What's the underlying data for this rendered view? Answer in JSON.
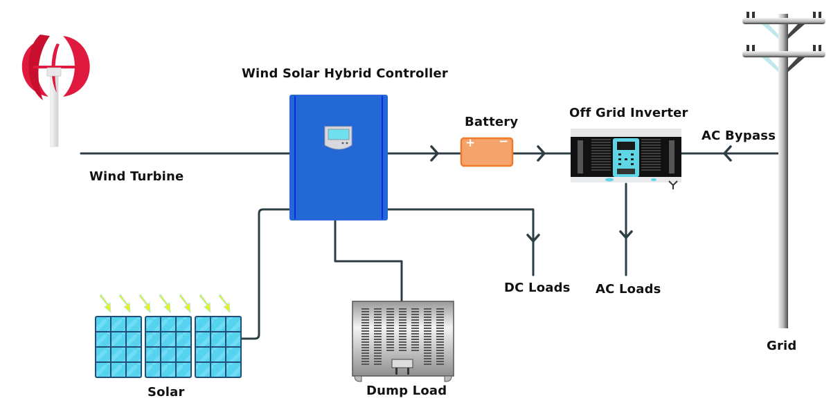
{
  "diagram": {
    "title": "Wind Solar Hybrid System Wiring",
    "components": {
      "wind_turbine": {
        "label": "Wind Turbine"
      },
      "controller": {
        "label": "Wind Solar Hybrid Controller"
      },
      "battery": {
        "label": "Battery",
        "plus": "+",
        "minus": "−"
      },
      "inverter": {
        "label": "Off Grid Inverter"
      },
      "ac_bypass": {
        "label": "AC Bypass"
      },
      "grid": {
        "label": "Grid"
      },
      "solar": {
        "label": "Solar"
      },
      "dump_load": {
        "label": "Dump Load"
      },
      "dc_loads": {
        "label": "DC Loads"
      },
      "ac_loads": {
        "label": "AC Loads"
      }
    },
    "connections": [
      {
        "from": "Wind Turbine",
        "to": "Wind Solar Hybrid Controller"
      },
      {
        "from": "Solar",
        "to": "Wind Solar Hybrid Controller"
      },
      {
        "from": "Wind Solar Hybrid Controller",
        "to": "Dump Load"
      },
      {
        "from": "Wind Solar Hybrid Controller",
        "to": "Battery"
      },
      {
        "from": "Battery",
        "to": "Off Grid Inverter"
      },
      {
        "from": "Wind Solar Hybrid Controller",
        "to": "DC Loads"
      },
      {
        "from": "Off Grid Inverter",
        "to": "AC Loads"
      },
      {
        "from": "Grid",
        "to": "Off Grid Inverter",
        "via": "AC Bypass"
      }
    ],
    "colors": {
      "line": "#2c3e44",
      "controller": "#2468d6",
      "battery": "#f4a46a",
      "turbine": "#e0193e",
      "solar": "#55d3ef"
    }
  }
}
